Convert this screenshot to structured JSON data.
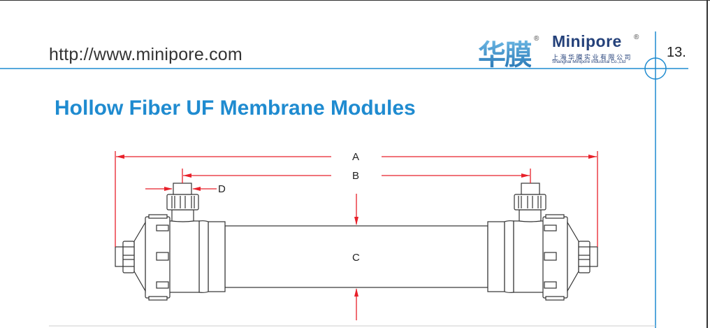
{
  "header": {
    "url": "http://www.minipore.com",
    "page_number": "13.",
    "logo": {
      "chinese_name": "华膜",
      "brand": "Minipore",
      "registered_mark": "®",
      "chinese_company": "上海华膜实业有限公司",
      "english_company": "Shanghai Minipore Industrial Co.,Ltd"
    }
  },
  "title": "Hollow Fiber UF Membrane Modules",
  "drawing": {
    "dimension_labels": {
      "a": "A",
      "b": "B",
      "c": "C",
      "d": "D"
    },
    "colors": {
      "dimension": "#e8202a",
      "outline": "#333333",
      "accent": "#1f8bd0"
    }
  }
}
